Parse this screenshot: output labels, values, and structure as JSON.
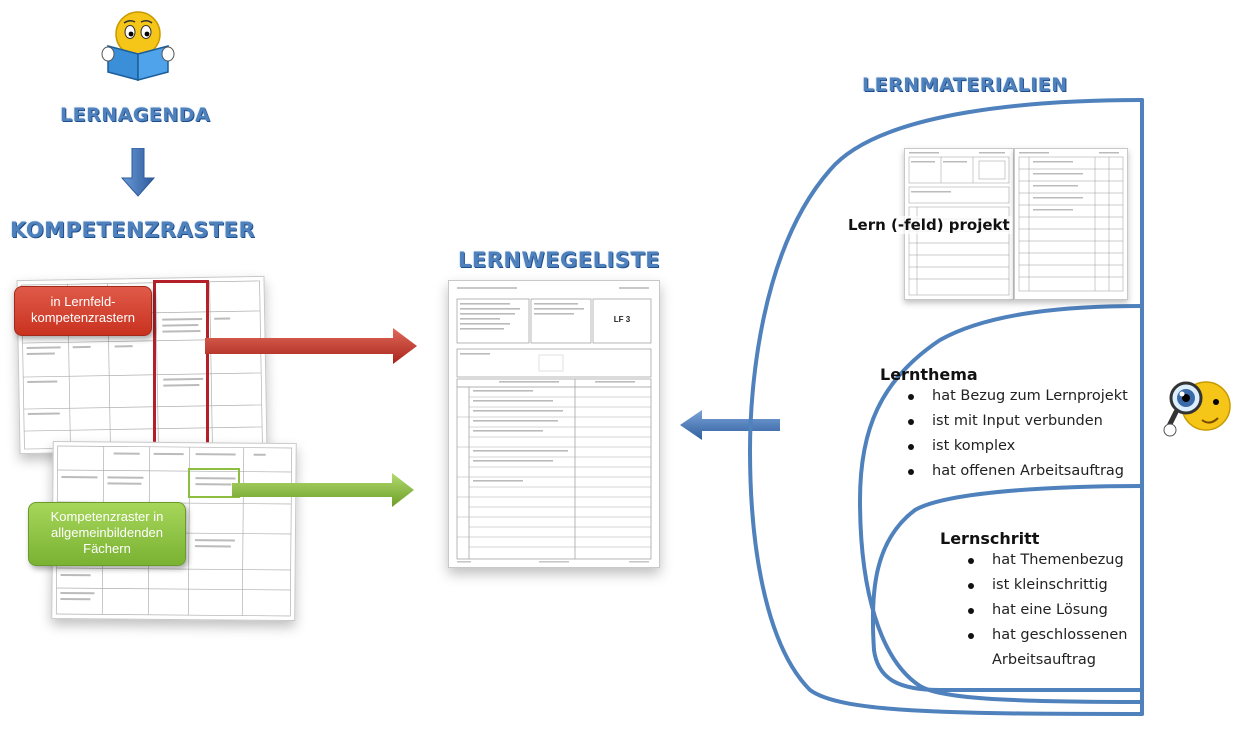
{
  "headings": {
    "lernagenda": "LERNAGENDA",
    "kompetenzraster": "KOMPETENZRASTER",
    "lernwegeliste": "LERNWEGELISTE",
    "lernmaterialien": "LERNMATERIALIEN"
  },
  "callouts": {
    "lernfeld": "in Lernfeld-\nkompetenzrastern",
    "allgemein": "Kompetenzraster in\nallgemeinbildenden\nFächern"
  },
  "doc_labels": {
    "lf3": "LF 3"
  },
  "materials": {
    "projekt_title": "Lern (-feld) projekt",
    "lernthema": {
      "title": "Lernthema",
      "bullets": [
        "hat Bezug zum Lernprojekt",
        "ist mit Input verbunden",
        "ist komplex",
        "hat offenen Arbeitsauftrag"
      ]
    },
    "lernschritt": {
      "title": "Lernschritt",
      "bullets": [
        "hat Themenbezug",
        "ist kleinschrittig",
        "hat eine Lösung",
        "hat geschlossenen Arbeitsauftrag"
      ]
    }
  },
  "colors": {
    "heading": "#4f81bd",
    "red_arrow": "#c0392b",
    "green_arrow": "#8cbf3f",
    "blue_arrow": "#4f81bd",
    "red_callout": "#d9412f",
    "green_callout": "#8dc63f",
    "curve": "#4f81bd"
  },
  "icons": [
    "reading-smiley-icon",
    "magnifier-smiley-icon",
    "down-arrow-icon"
  ]
}
